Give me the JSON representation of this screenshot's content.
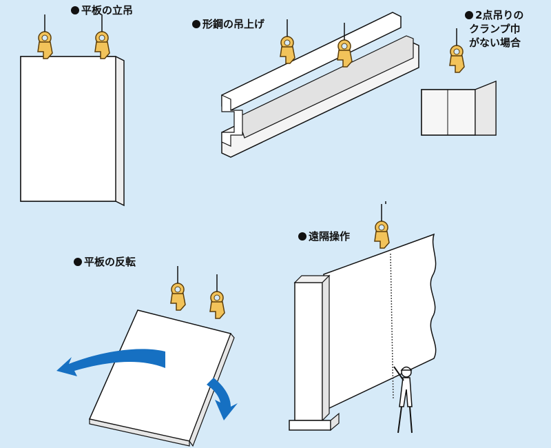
{
  "labels": {
    "standing": "平板の立吊",
    "beam": "形鋼の吊上げ",
    "two_point_line1": "2点吊りの",
    "two_point_line2": "クランプ巾",
    "two_point_line3": "がない場合",
    "remote": "遠隔操作",
    "flip": "平板の反転"
  },
  "colors": {
    "background": "#d6eaf8",
    "clamp": "#f2c35a",
    "clamp_outline": "#5a3d0a",
    "arrow": "#1670c2",
    "plate_fill": "#ffffff",
    "outline": "#111111"
  }
}
